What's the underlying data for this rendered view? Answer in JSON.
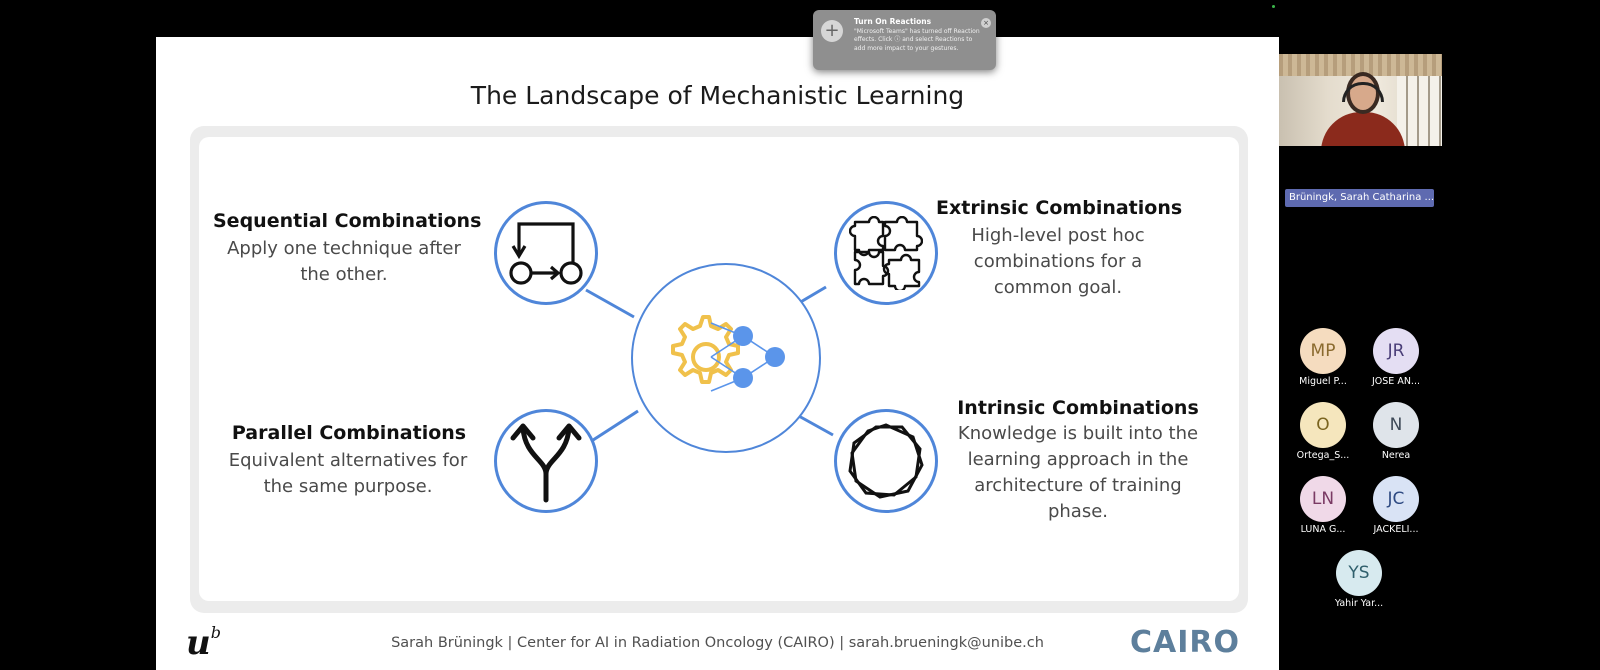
{
  "slide": {
    "title": "The Landscape of Mechanistic Learning",
    "blocks": {
      "sequential": {
        "title": "Sequential Combinations",
        "desc": "Apply one technique after\nthe other."
      },
      "extrinsic": {
        "title": "Extrinsic Combinations",
        "desc": "High-level post hoc\ncombinations for a\ncommon goal."
      },
      "parallel": {
        "title": "Parallel Combinations",
        "desc": "Equivalent alternatives for\nthe same purpose."
      },
      "intrinsic": {
        "title": "Intrinsic Combinations",
        "desc": "Knowledge is built into the\nlearning approach in the\narchitecture of training\nphase."
      }
    },
    "footer": "Sarah Brüningk | Center for AI in Radiation Oncology (CAIRO) | sarah.brueningk@unibe.ch",
    "logo_left": "u",
    "logo_left_sup": "b",
    "logo_right": "CAIRO",
    "colors": {
      "accent_blue": "#4f86d9",
      "gear_yellow": "#f0c14b",
      "node_blue": "#5b95ea"
    }
  },
  "toast": {
    "title": "Turn On Reactions",
    "body": "\"Microsoft Teams\" has turned off Reaction effects. Click ⓘ and select Reactions to add more impact to your gestures.",
    "close": "×",
    "icon": "plus-icon"
  },
  "speaker": {
    "name": "Brüningk, Sarah Catharina ..."
  },
  "participants": [
    {
      "initials": "MP",
      "name": "Miguel P...",
      "bg": "#f5dcbf",
      "fg": "#8a6a2e"
    },
    {
      "initials": "JR",
      "name": "JOSE AN...",
      "bg": "#e4def3",
      "fg": "#4a3e78"
    },
    {
      "initials": "O",
      "name": "Ortega_S...",
      "bg": "#f5e6bd",
      "fg": "#7a6420"
    },
    {
      "initials": "N",
      "name": "Nerea",
      "bg": "#dfe4ea",
      "fg": "#3e4a58"
    },
    {
      "initials": "LN",
      "name": "LUNA G...",
      "bg": "#f0d9e8",
      "fg": "#7a3a64"
    },
    {
      "initials": "JC",
      "name": "JACKELI...",
      "bg": "#d9e3f5",
      "fg": "#2e4a82"
    },
    {
      "initials": "YS",
      "name": "Yahir Yar...",
      "bg": "#d7eaef",
      "fg": "#2f5f6c"
    }
  ]
}
